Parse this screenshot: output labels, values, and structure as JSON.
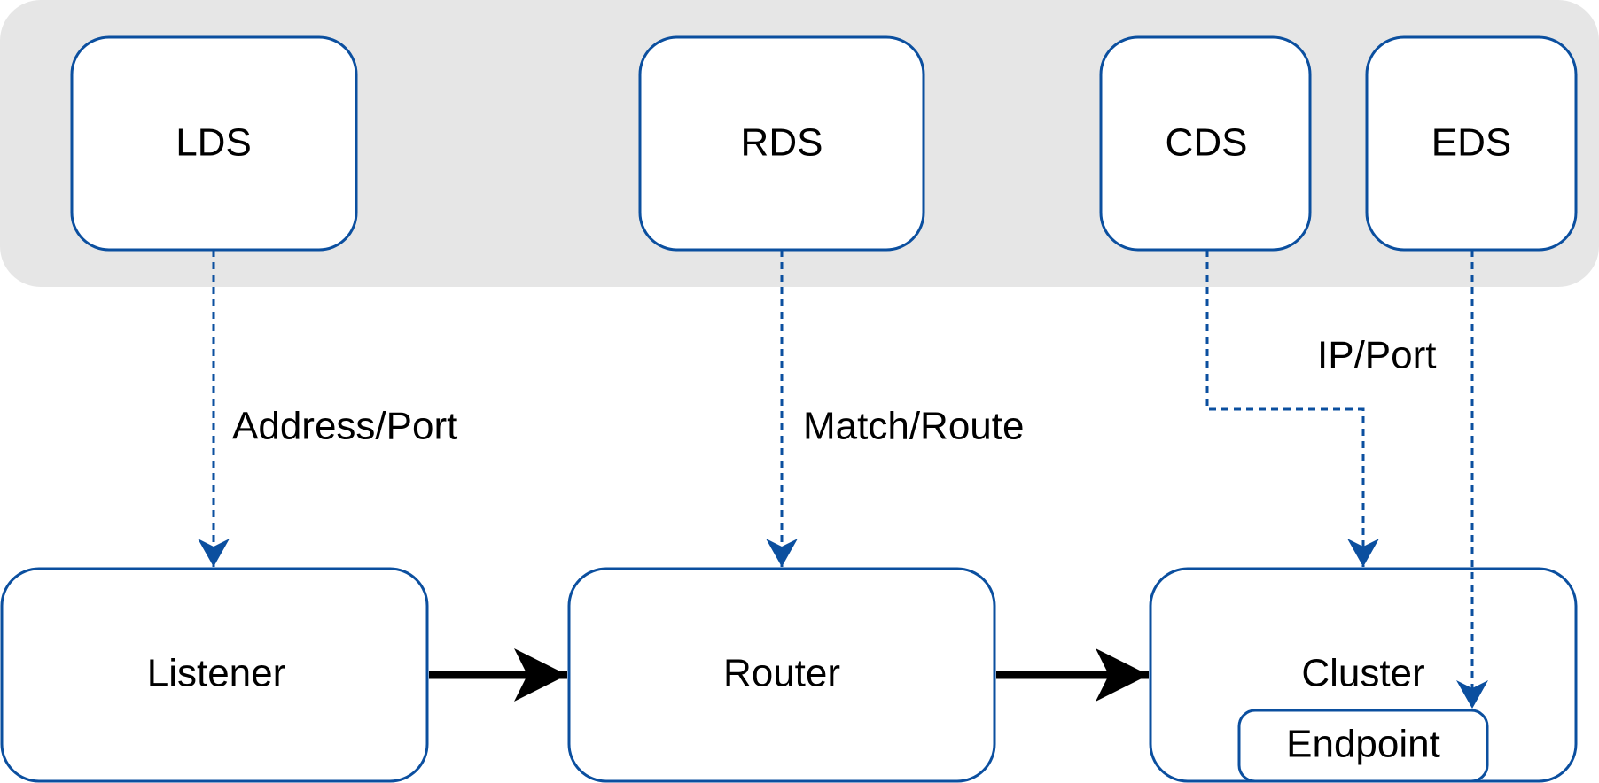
{
  "colors": {
    "panel_fill": "#e6e6e6",
    "box_stroke": "#0b4f9f",
    "dashed_arrow": "#0b4f9f",
    "flow_arrow": "#000000"
  },
  "discovery_services": {
    "lds": "LDS",
    "rds": "RDS",
    "cds": "CDS",
    "eds": "EDS"
  },
  "components": {
    "listener": "Listener",
    "router": "Router",
    "cluster": "Cluster",
    "endpoint": "Endpoint"
  },
  "edge_labels": {
    "lds_to_listener": "Address/Port",
    "rds_to_router": "Match/Route",
    "eds_to_endpoint": "IP/Port"
  }
}
